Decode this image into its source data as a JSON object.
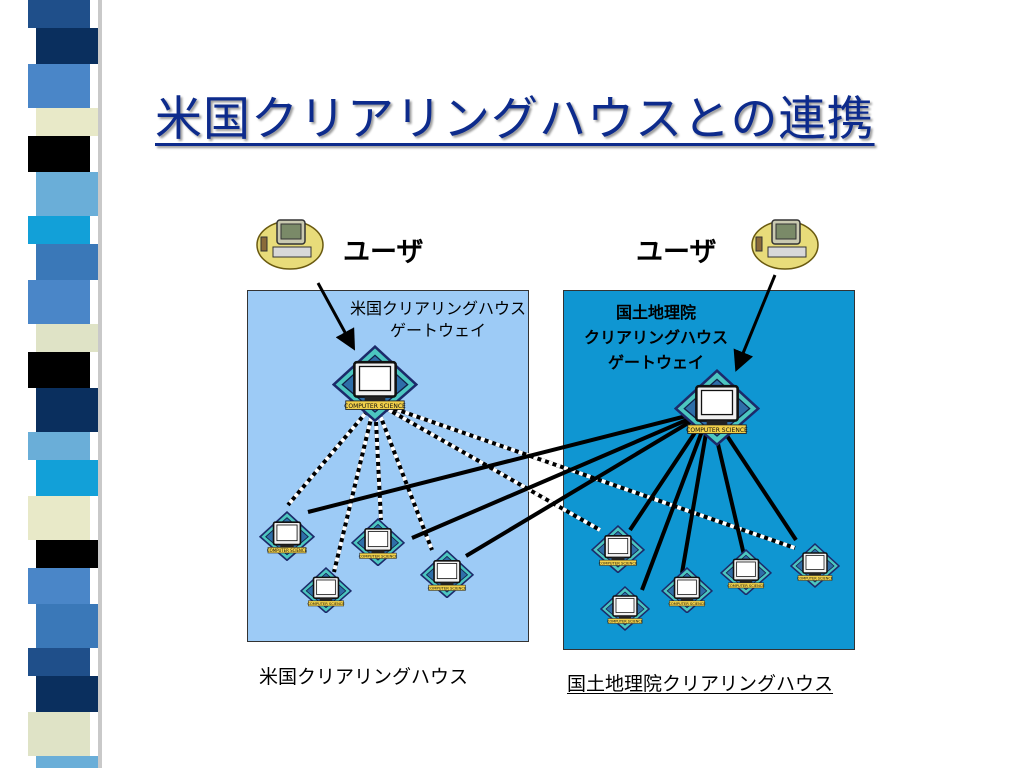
{
  "title": "米国クリアリングハウスとの連携",
  "colors": {
    "title": "#0d2b8c",
    "us_box": "#9dcbf6",
    "gsi_box": "#0f96d2",
    "stripe": [
      "#1f4f8a",
      "#4a86c8",
      "#0a2f5e",
      "#e8e9c8",
      "#000000",
      "#6aaed8",
      "#12a0d8",
      "#3a78b8",
      "#dfe3c6"
    ]
  },
  "users": {
    "left_label": "ユーザ",
    "right_label": "ユーザ",
    "icon": "user-computer-icon"
  },
  "us": {
    "gateway_label_line1": "米国クリアリングハウス",
    "gateway_label_line2": "ゲートウェイ",
    "footer_label": "米国クリアリングハウス"
  },
  "gsi": {
    "gateway_label_line1": "国土地理院",
    "gateway_label_line2": "クリアリングハウス",
    "gateway_label_line3": "ゲートウェイ",
    "footer_label": "国土地理院クリアリングハウス"
  },
  "node_plate_text": "COMPUTER SCIENCE"
}
